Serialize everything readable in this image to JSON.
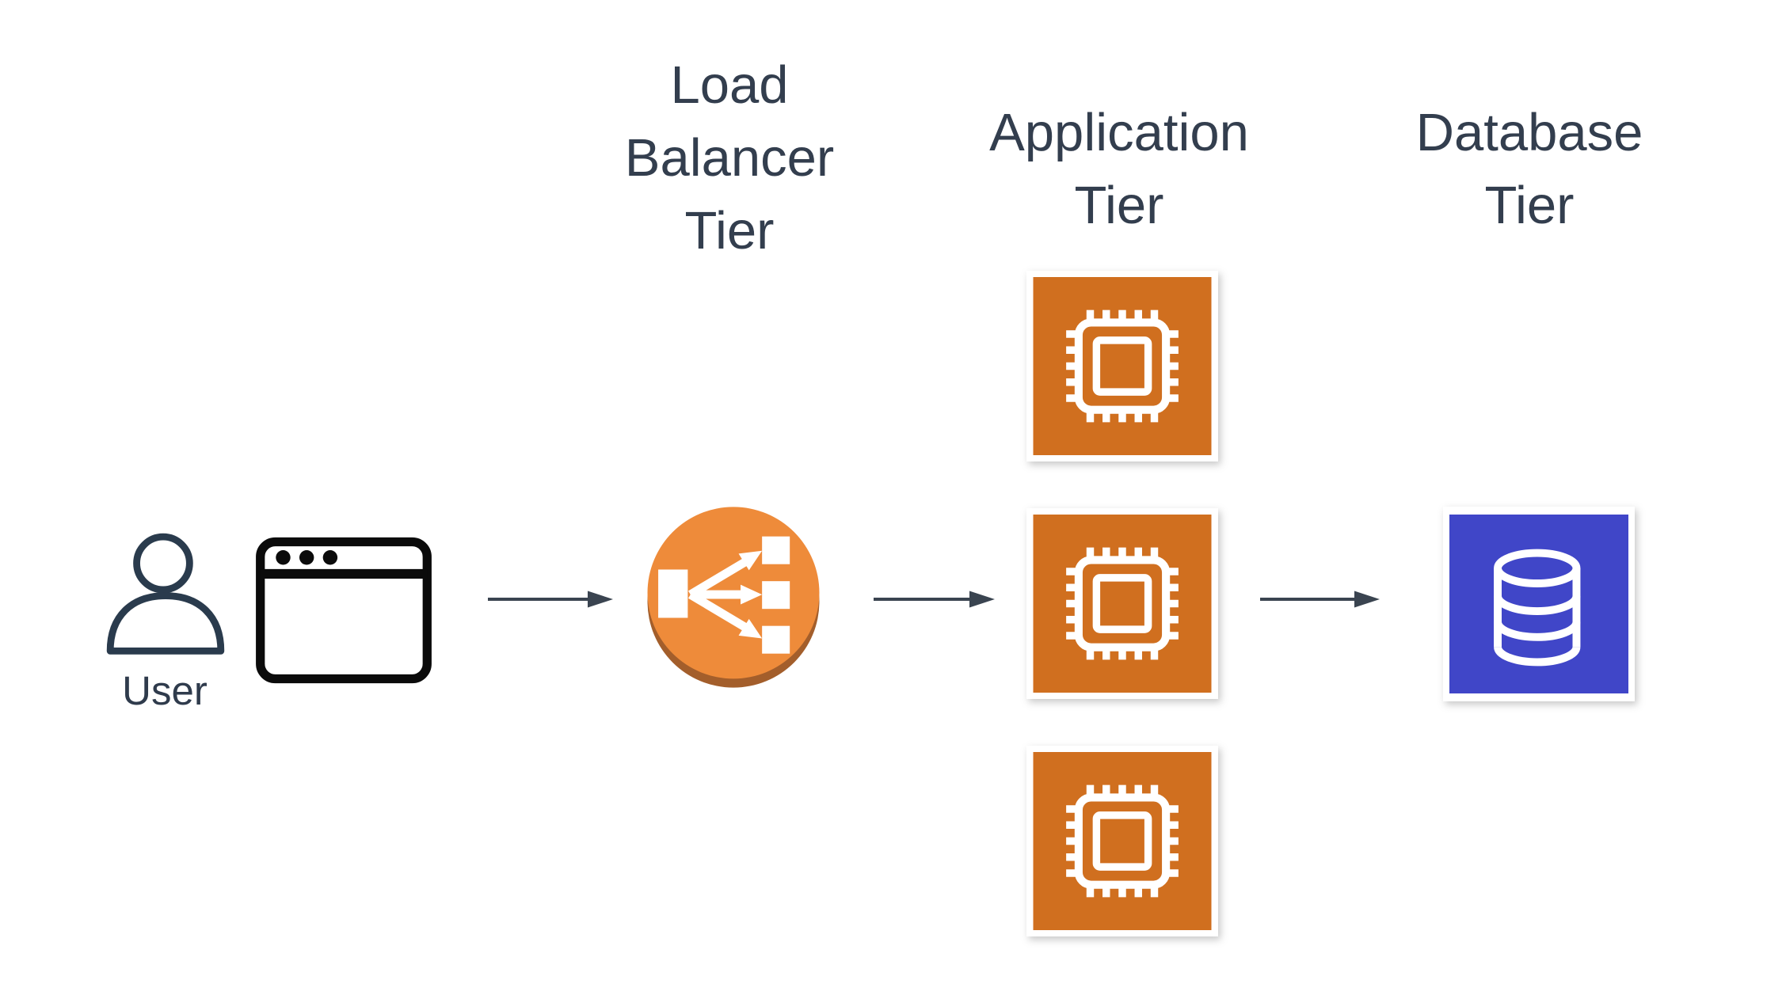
{
  "diagram": {
    "type": "architecture-diagram",
    "background": "#ffffff",
    "tiers": {
      "load_balancer": {
        "label": "Load\nBalancer\nTier",
        "icon": "elastic-load-balancer-icon",
        "instances": 1
      },
      "application": {
        "label": "Application\nTier",
        "icon": "cpu-chip-icon",
        "instances": 3
      },
      "database": {
        "label": "Database\nTier",
        "icon": "database-cylinder-icon",
        "instances": 1
      }
    },
    "user": {
      "label": "User",
      "icons": [
        "user-icon",
        "browser-window-icon"
      ]
    },
    "connections": [
      {
        "from": "user-browser",
        "to": "load-balancer"
      },
      {
        "from": "load-balancer",
        "to": "application-instance-2"
      },
      {
        "from": "application-instance-2",
        "to": "database"
      }
    ],
    "colors": {
      "label_text": "#333e4e",
      "user_label_text": "#2f3b4c",
      "arrow": "#3a4450",
      "user_stroke": "#2a3b4d",
      "browser_stroke": "#0b0b0b",
      "compute_orange": "#d06f1f",
      "elb_orange": "#ee8b3a",
      "elb_shadow": "#a35e2b",
      "database_blue": "#4046c8",
      "icon_glyph": "#ffffff",
      "card_white": "#ffffff"
    }
  }
}
